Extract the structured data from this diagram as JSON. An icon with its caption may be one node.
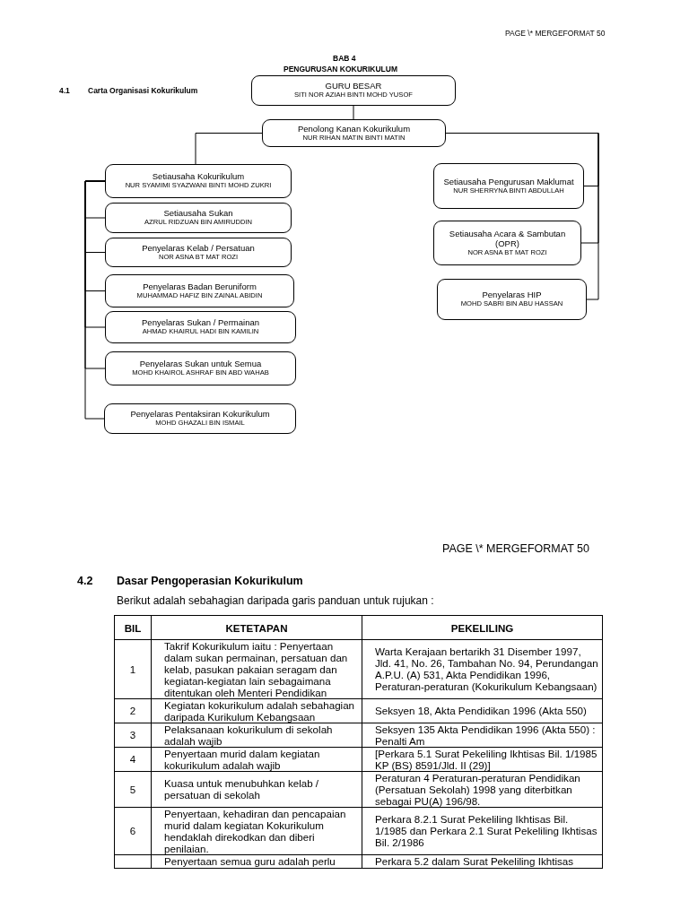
{
  "diagram": {
    "nodes": [
      {
        "text": [
          "GURU BESAR",
          "SITI NOR AZIAH BINTI MOHD YUSOF"
        ]
      },
      {
        "text": [
          "Penolong Kanan Kokurikulum",
          "NUR RIHAN MATIN BINTI MATIN"
        ]
      },
      {
        "text": [
          "Setiausaha Kokurikulum",
          "NUR SYAMIMI SYAZWANI BINTI MOHD ZUKRI"
        ]
      },
      {
        "text": [
          "Setiausaha Sukan",
          "AZRUL RIDZUAN BIN AMIRUDDIN"
        ]
      },
      {
        "text": [
          "Penyelaras Kelab / Persatuan",
          "NOR ASNA BT MAT ROZI"
        ]
      },
      {
        "text": [
          "Penyelaras Badan Beruniform",
          "MUHAMMAD HAFIZ BIN ZAINAL ABIDIN"
        ]
      },
      {
        "text": [
          "Penyelaras Sukan / Permainan",
          "AHMAD KHAIRUL HADI BIN KAMILIN"
        ]
      },
      {
        "text": [
          "Penyelaras Sukan untuk Semua",
          "MOHD KHAIROL ASHRAF BIN ABD WAHAB"
        ]
      },
      {
        "text": [
          "Penyelaras Pentaksiran Kokurikulum",
          "MOHD GHAZALI BIN ISMAIL"
        ]
      },
      {
        "text": [
          "Setiausaha Pengurusan Maklumat",
          "NUR SHERRYNA BINTI ABDULLAH"
        ]
      },
      {
        "text": [
          "Setiausaha Acara & Sambutan (OPR)",
          "NOR ASNA BT MAT ROZI"
        ]
      },
      {
        "text": [
          "Penyelaras HIP",
          "MOHD SABRI BIN ABU HASSAN"
        ]
      }
    ],
    "edges": [
      {
        "from": 0,
        "to": 1,
        "arrow": "none"
      },
      {
        "from": 1,
        "to": 2,
        "arrow": "none"
      },
      {
        "from": 2,
        "to": 3,
        "arrow": "none"
      },
      {
        "from": 2,
        "to": 4,
        "arrow": "none"
      },
      {
        "from": 2,
        "to": 5,
        "arrow": "none"
      },
      {
        "from": 2,
        "to": 6,
        "arrow": "none"
      },
      {
        "from": 2,
        "to": 7,
        "arrow": "none"
      },
      {
        "from": 2,
        "to": 8,
        "arrow": "none"
      },
      {
        "from": 1,
        "to": 9,
        "arrow": "none"
      },
      {
        "from": 1,
        "to": 10,
        "arrow": "none"
      },
      {
        "from": 1,
        "to": 11,
        "arrow": "none"
      }
    ],
    "labels": [
      "PAGE \\* MERGEFORMAT 50",
      "BAB 4",
      "PENGURUSAN KOKURIKULUM",
      "4.1",
      "Carta Organisasi Kokurikulum",
      "PAGE \\* MERGEFORMAT 50",
      "4.2",
      "Dasar Pengoperasian Kokurikulum",
      "Berikut adalah sebahagian daripada garis panduan untuk rujukan :",
      "BIL",
      "KETETAPAN",
      "PEKELILING",
      "1",
      "Takrif Kokurikulum iaitu : Penyertaan dalam sukan permainan, persatuan dan kelab, pasukan pakaian seragam dan kegiatan-kegiatan lain sebagaimana ditentukan oleh Menteri Pendidikan",
      "Warta Kerajaan bertarikh 31 Disember 1997, Jld. 41, No. 26, Tambahan No. 94, Perundangan A.P.U. (A) 531, Akta Pendidikan 1996, Peraturan-peraturan (Kokurikulum Kebangsaan)",
      "2",
      "Kegiatan kokurikulum adalah sebahagian daripada Kurikulum Kebangsaan",
      "Seksyen 18, Akta Pendidikan 1996 (Akta 550)",
      "3",
      "Pelaksanaan kokurikulum di sekolah adalah wajib",
      "Seksyen 135 Akta Pendidikan 1996 (Akta 550) : Penalti Am",
      "4",
      "Penyertaan murid dalam kegiatan kokurikulum adalah wajib",
      "[Perkara 5.1 Surat Pekeliling Ikhtisas Bil. 1/1985 KP (BS) 8591/Jld. II (29)]",
      "5",
      "Kuasa untuk menubuhkan kelab / persatuan di sekolah",
      "Peraturan 4 Peraturan-peraturan Pendidikan (Persatuan Sekolah) 1998 yang diterbitkan sebagai PU(A) 196/98.",
      "6",
      "Penyertaan, kehadiran dan pencapaian murid dalam kegiatan Kokurikulum hendaklah direkodkan dan diberi penilaian.",
      "Perkara 8.2.1 Surat Pekeliling Ikhtisas Bil. 1/1985 dan Perkara 2.1 Surat Pekeliling Ikhtisas Bil. 2/1986",
      "Penyertaan semua guru adalah perlu",
      "Perkara 5.2 dalam Surat Pekeliling Ikhtisas"
    ]
  }
}
